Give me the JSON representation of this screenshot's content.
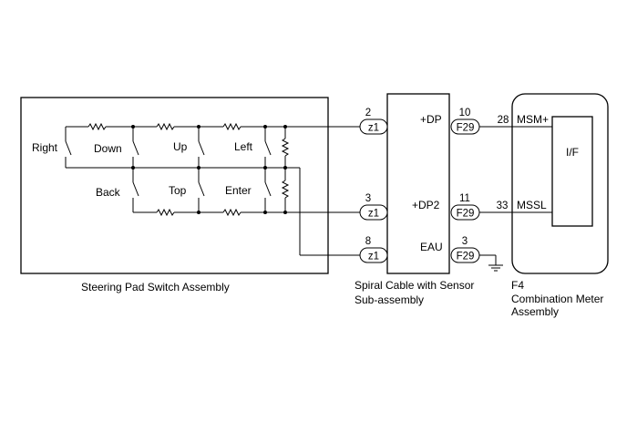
{
  "steering_pad": {
    "title": "Steering Pad Switch Assembly",
    "switches": {
      "right": "Right",
      "down": "Down",
      "up": "Up",
      "left": "Left",
      "back": "Back",
      "top": "Top",
      "enter": "Enter"
    }
  },
  "spiral_cable": {
    "title_line1": "Spiral Cable with Sensor",
    "title_line2": "Sub-assembly",
    "rows": [
      {
        "left_pin": "2",
        "left_conn": "z1",
        "signal": "+DP",
        "right_pin": "10",
        "right_conn": "F29"
      },
      {
        "left_pin": "3",
        "left_conn": "z1",
        "signal": "+DP2",
        "right_pin": "11",
        "right_conn": "F29"
      },
      {
        "left_pin": "8",
        "left_conn": "z1",
        "signal": "EAU",
        "right_pin": "3",
        "right_conn": "F29"
      }
    ]
  },
  "meter": {
    "code": "F4",
    "title_line1": "Combination Meter",
    "title_line2": "Assembly",
    "interface": "I/F",
    "inputs": [
      {
        "pin": "28",
        "name": "MSM+"
      },
      {
        "pin": "33",
        "name": "MSSL"
      }
    ]
  }
}
